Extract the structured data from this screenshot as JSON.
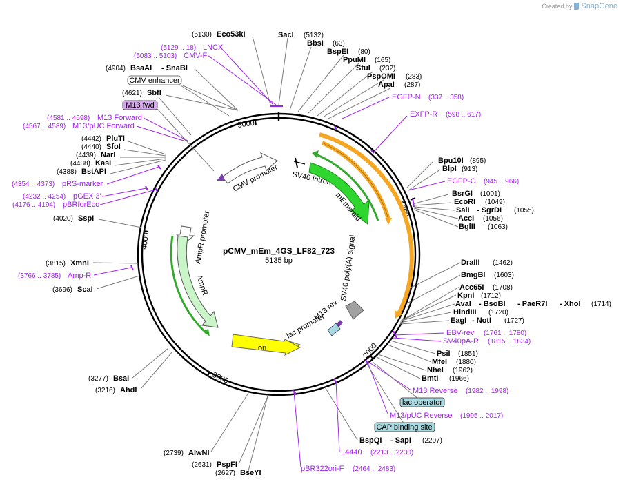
{
  "credit": {
    "prefix": "Created by",
    "brand": "SnapGene"
  },
  "plasmid": {
    "name": "pCMV_mEm_4GS_LF82_723",
    "size_label": "5135 bp",
    "length": 5135
  },
  "colors": {
    "primer": "#a020f0",
    "feature_box_blue": "#a8d8e0",
    "feature_box_purple": "#d8a8f0",
    "orange": "#f5a623",
    "green": "#2fd62f",
    "light_green": "#c9f5c9",
    "yellow": "#ffff00",
    "gray": "#a0a0a0"
  },
  "ticks": [
    {
      "pos": 1000,
      "label": "1000"
    },
    {
      "pos": 2000,
      "label": "2000"
    },
    {
      "pos": 3000,
      "label": "3000"
    },
    {
      "pos": 4000,
      "label": "4000"
    },
    {
      "pos": 5000,
      "label": "5000"
    }
  ],
  "enzymes": [
    {
      "name": "Eco53kI",
      "pos": "(5130)"
    },
    {
      "name": "SacI",
      "pos": "(5132)"
    },
    {
      "name": "BbsI",
      "pos": "(63)"
    },
    {
      "name": "BspEI",
      "pos": "(80)"
    },
    {
      "name": "PpuMI",
      "pos": "(165)"
    },
    {
      "name": "StuI",
      "pos": "(232)"
    },
    {
      "name": "PspOMI",
      "pos": "(283)"
    },
    {
      "name": "ApaI",
      "pos": "(287)"
    },
    {
      "name": "BsaAI",
      "pos": "(4904)"
    },
    {
      "name": "- SnaBI",
      "pos": ""
    },
    {
      "name": "SbfI",
      "pos": "(4621)"
    },
    {
      "name": "PluTI",
      "pos": "(4442)"
    },
    {
      "name": "SfoI",
      "pos": "(4440)"
    },
    {
      "name": "NarI",
      "pos": "(4439)"
    },
    {
      "name": "KasI",
      "pos": "(4438)"
    },
    {
      "name": "BstAPI",
      "pos": "(4388)"
    },
    {
      "name": "SspI",
      "pos": "(4020)"
    },
    {
      "name": "XmnI",
      "pos": "(3815)"
    },
    {
      "name": "ScaI",
      "pos": "(3696)"
    },
    {
      "name": "BsaI",
      "pos": "(3277)"
    },
    {
      "name": "AhdI",
      "pos": "(3216)"
    },
    {
      "name": "AlwNI",
      "pos": "(2739)"
    },
    {
      "name": "PspFI",
      "pos": "(2631)"
    },
    {
      "name": "BseYI",
      "pos": "(2627)"
    },
    {
      "name": "Bpu10I",
      "pos": "(895)"
    },
    {
      "name": "BlpI",
      "pos": "(913)"
    },
    {
      "name": "BsrGI",
      "pos": "(1001)"
    },
    {
      "name": "EcoRI",
      "pos": "(1049)"
    },
    {
      "name": "SalI",
      "pos": "(1055)"
    },
    {
      "name": "- SgrDI",
      "pos": ""
    },
    {
      "name": "AccI",
      "pos": "(1056)"
    },
    {
      "name": "BglII",
      "pos": "(1063)"
    },
    {
      "name": "DraIII",
      "pos": "(1462)"
    },
    {
      "name": "BmgBI",
      "pos": "(1603)"
    },
    {
      "name": "Acc65I",
      "pos": "(1708)"
    },
    {
      "name": "KpnI",
      "pos": "(1712)"
    },
    {
      "name": "AvaI",
      "pos": "(1714)"
    },
    {
      "name": "- BsoBI",
      "pos": ""
    },
    {
      "name": "- PaeR7I",
      "pos": ""
    },
    {
      "name": "- XhoI",
      "pos": ""
    },
    {
      "name": "HindIII",
      "pos": "(1720)"
    },
    {
      "name": "EagI",
      "pos": "(1727)"
    },
    {
      "name": "- NotI",
      "pos": ""
    },
    {
      "name": "PsiI",
      "pos": "(1851)"
    },
    {
      "name": "MfeI",
      "pos": "(1880)"
    },
    {
      "name": "NheI",
      "pos": "(1962)"
    },
    {
      "name": "BmtI",
      "pos": "(1966)"
    },
    {
      "name": "BspQI",
      "pos": "(2207)"
    },
    {
      "name": "- SapI",
      "pos": ""
    }
  ],
  "primers": [
    {
      "name": "LNCX",
      "pos": "(5129 .. 18)"
    },
    {
      "name": "CMV-F",
      "pos": "(5083 .. 5103)"
    },
    {
      "name": "M13 Forward",
      "pos": "(4581 .. 4598)"
    },
    {
      "name": "M13/pUC Forward",
      "pos": "(4567 .. 4589)"
    },
    {
      "name": "pRS-marker",
      "pos": "(4354 .. 4373)"
    },
    {
      "name": "pGEX 3'",
      "pos": "(4232 .. 4254)"
    },
    {
      "name": "pBRforEco",
      "pos": "(4176 .. 4194)"
    },
    {
      "name": "Amp-R",
      "pos": "(3766 .. 3785)"
    },
    {
      "name": "EGFP-N",
      "pos": "(337 .. 358)"
    },
    {
      "name": "EXFP-R",
      "pos": "(598 .. 617)"
    },
    {
      "name": "EGFP-C",
      "pos": "(945 .. 966)"
    },
    {
      "name": "EBV-rev",
      "pos": "(1761 .. 1780)"
    },
    {
      "name": "SV40pA-R",
      "pos": "(1815 .. 1834)"
    },
    {
      "name": "M13 Reverse",
      "pos": "(1982 .. 1998)"
    },
    {
      "name": "M13/pUC Reverse",
      "pos": "(1995 .. 2017)"
    },
    {
      "name": "L4440",
      "pos": "(2213 .. 2230)"
    },
    {
      "name": "pBR322ori-F",
      "pos": "(2464 .. 2483)"
    }
  ],
  "boxed": [
    {
      "name": "CMV enhancer"
    },
    {
      "name": "M13 fwd"
    },
    {
      "name": "lac operator"
    },
    {
      "name": "CAP binding site"
    }
  ],
  "features": [
    {
      "name": "CMV promoter"
    },
    {
      "name": "SV40 intron"
    },
    {
      "name": "mEmerald"
    },
    {
      "name": "SV40 poly(A) signal"
    },
    {
      "name": "M13 rev"
    },
    {
      "name": "lac promoter"
    },
    {
      "name": "ori"
    },
    {
      "name": "AmpR promoter"
    },
    {
      "name": "AmpR"
    }
  ]
}
